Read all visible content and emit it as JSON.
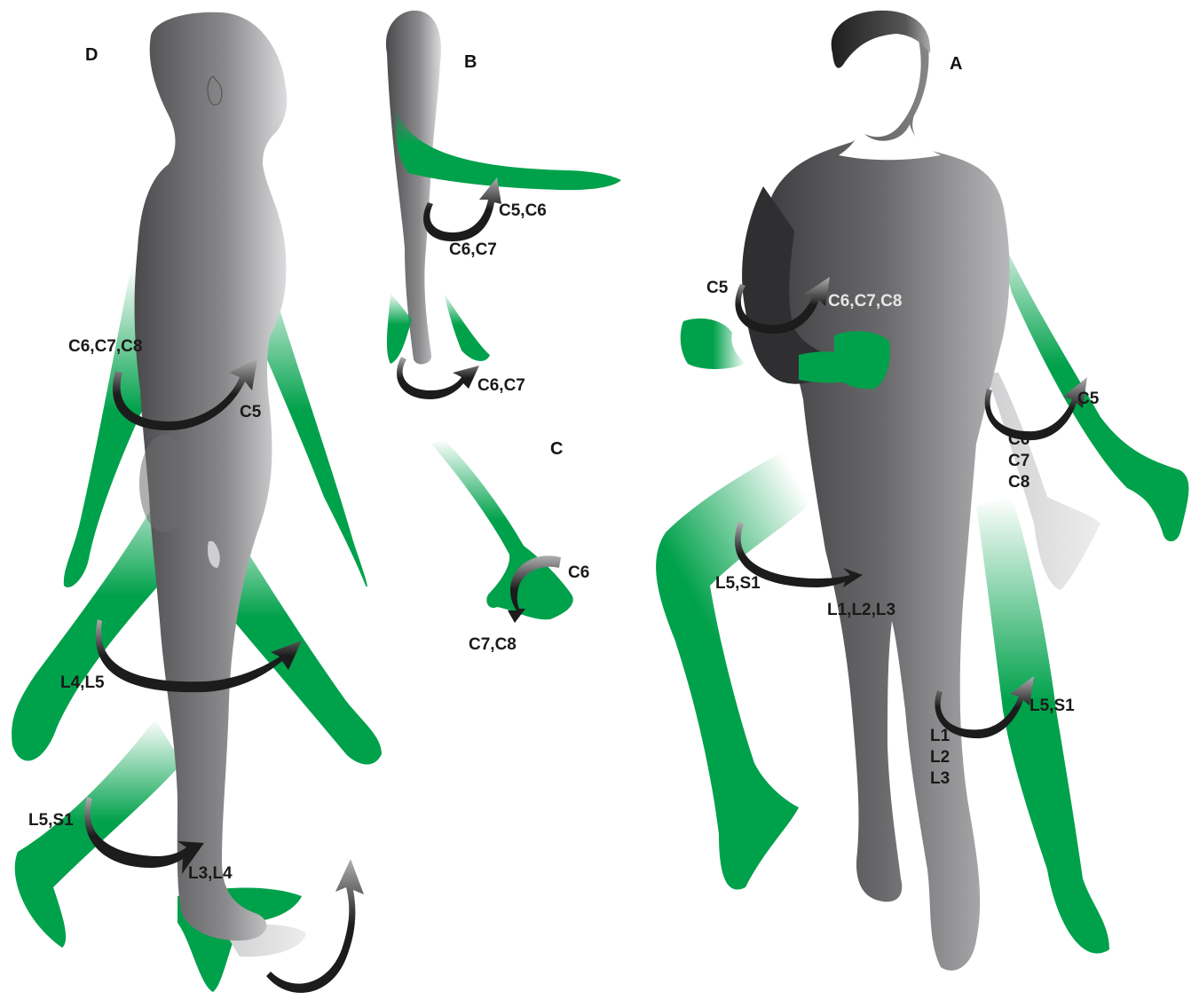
{
  "panels": {
    "a": "A",
    "b": "B",
    "c": "C",
    "d": "D"
  },
  "colors": {
    "motion_green": "#00a14b",
    "body_dark": "#4a4a4c",
    "body_mid": "#8a8a8c",
    "body_light": "#d6d6d8",
    "hair": "#2a2a2a",
    "arrow": "#1c1c1c",
    "arrow_highlight": "#9a9a9a"
  },
  "panel_a": {
    "elbow_flexion": "C5",
    "elbow_extension": "C6,C7,C8",
    "hip_flexion_label": "L5,S1",
    "hip_extension_label": "L1,L2,L3",
    "arm_abduction": "C5",
    "arm_adduction": [
      "C6",
      "C7",
      "C8"
    ],
    "knee_extension": "L5,S1",
    "knee_flexion": [
      "L1",
      "L2",
      "L3"
    ]
  },
  "panel_b": {
    "forearm_rotation": "C5,C6",
    "forearm_rotation_back": "C6,C7",
    "wrist_rotation": "C6,C7"
  },
  "panel_c": {
    "pronation": "C6",
    "supination": "C7,C8"
  },
  "panel_d": {
    "shoulder_back": "C6,C7,C8",
    "shoulder_forward": "C5",
    "hip": "L4,L5",
    "knee_back": "L5,S1",
    "knee_forward": "L3,L4"
  },
  "icons": [
    "curved-arrow-icon",
    "human-figure-front",
    "human-figure-side",
    "arm-figure",
    "hand-figure"
  ]
}
